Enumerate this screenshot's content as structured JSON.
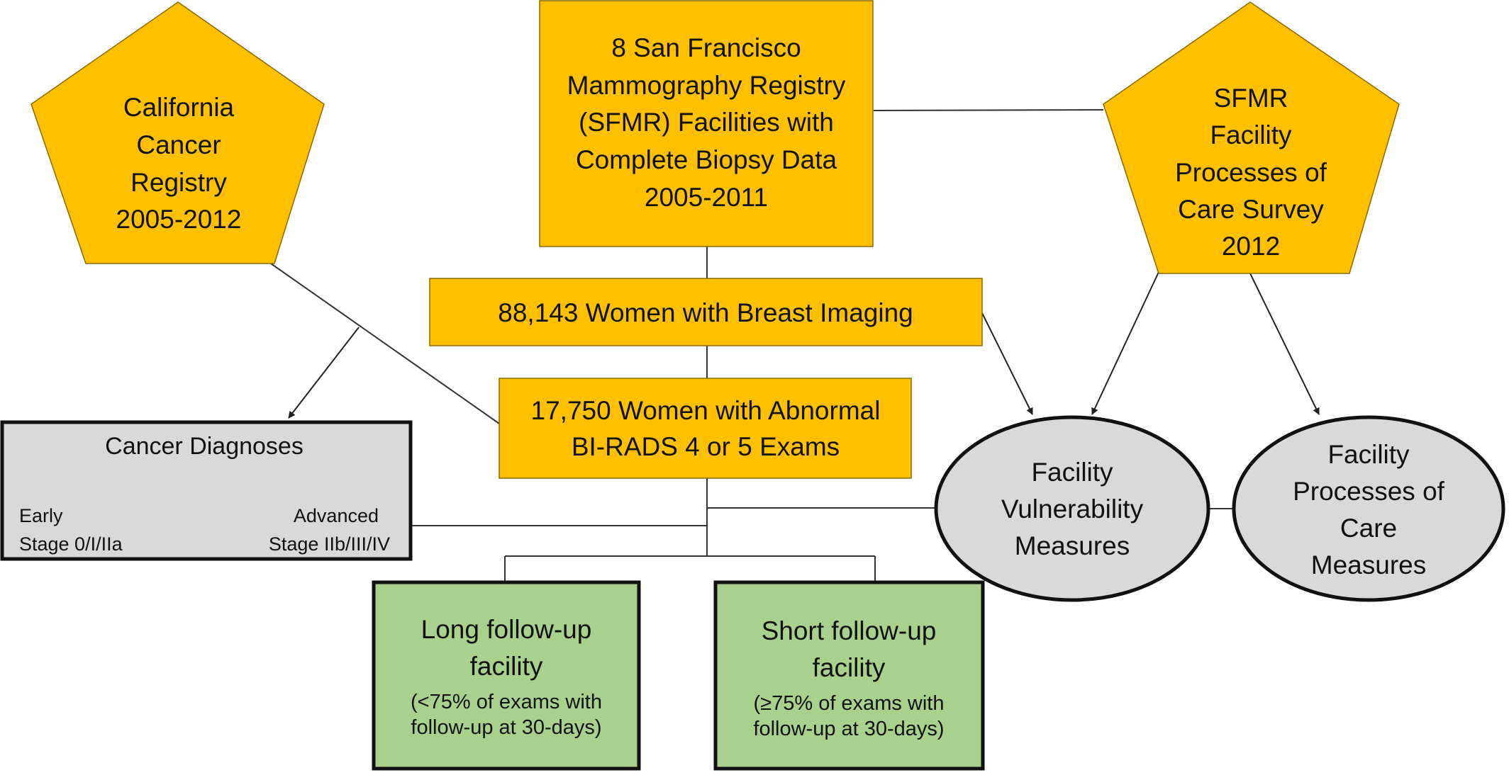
{
  "colors": {
    "gold": "#FFC000",
    "gold_stroke": "#8A6A00",
    "gray": "#D9D9D9",
    "green": "#A9D18E",
    "line": "#333333",
    "heavy": "#111111"
  },
  "nodes": {
    "ccr": {
      "lines": [
        "California",
        "Cancer",
        "Registry",
        "2005-2012"
      ]
    },
    "sfmr": {
      "lines": [
        "8 San Francisco",
        "Mammography Registry",
        "(SFMR) Facilities with",
        "Complete Biopsy Data",
        "2005-2011"
      ]
    },
    "survey": {
      "lines": [
        "SFMR",
        "Facility",
        "Processes of",
        "Care Survey",
        "2012"
      ]
    },
    "women": {
      "lines": [
        "88,143 Women with Breast Imaging"
      ]
    },
    "abnormal": {
      "lines": [
        "17,750 Women with Abnormal",
        "BI-RADS 4 or 5 Exams"
      ]
    },
    "diagnoses": {
      "title": "Cancer Diagnoses",
      "early": [
        "Early",
        "Stage 0/I/IIa"
      ],
      "advanced": [
        "Advanced",
        "Stage IIb/III/IV"
      ]
    },
    "vulnerability": {
      "lines": [
        "Facility",
        "Vulnerability",
        "Measures"
      ]
    },
    "care": {
      "lines": [
        "Facility",
        "Processes of",
        "Care",
        "Measures"
      ]
    },
    "long": {
      "title": [
        "Long follow-",
        "up",
        "facility"
      ],
      "detail": [
        "(<75% of exams with",
        "follow-up at 30-days)"
      ]
    },
    "short": {
      "title": [
        "Short follow-up",
        "facility"
      ],
      "detail": [
        "(≥75% of exams with",
        "follow-up at 30-days)"
      ]
    }
  }
}
